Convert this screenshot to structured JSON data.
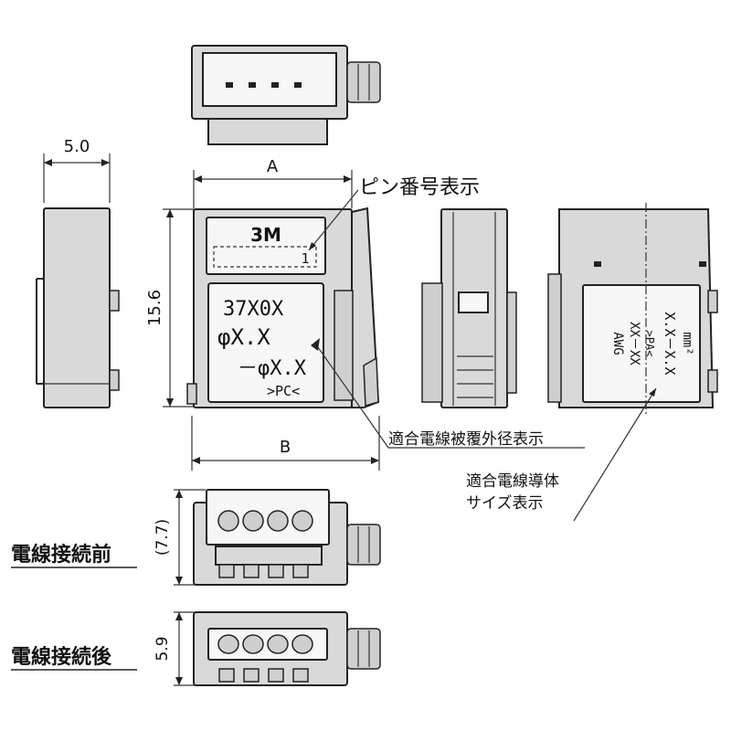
{
  "dimensions": {
    "side_width": "5.0",
    "width_a": "A",
    "height": "15.6",
    "width_b": "B",
    "height_before": "(7.7)",
    "height_after": "5.9"
  },
  "labels": {
    "pin_number": "ピン番号表示",
    "insulation_od": "適合電線被覆外径表示",
    "conductor_size_line1": "適合電線導体",
    "conductor_size_line2": "サイズ表示",
    "before_connection": "電線接続前",
    "after_connection": "電線接続後"
  },
  "front_marking": {
    "brand": "3M",
    "pin_digit": "1",
    "model": "37X0X",
    "od_min": "φX.X",
    "od_max": "－φX.X",
    "material": ">PC<"
  },
  "side_marking": {
    "awg": "AWG",
    "awg_range": "XX－XX",
    "material": ">PA<",
    "mm_range": "X.X－X.X",
    "unit": "mm²"
  }
}
